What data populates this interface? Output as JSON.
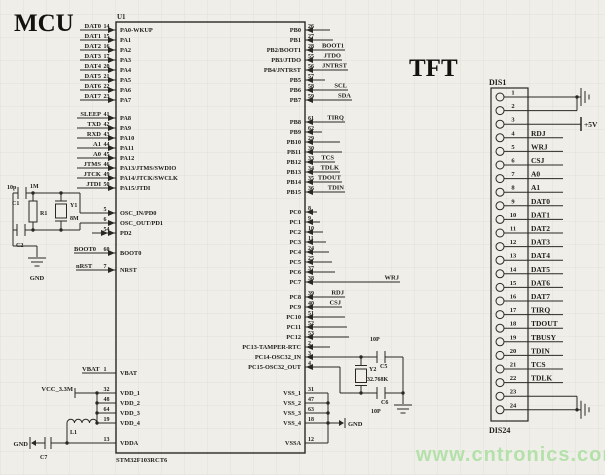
{
  "titles": {
    "mcu": "MCU",
    "tft": "TFT"
  },
  "watermark": "www.cntronics.com",
  "mcu": {
    "ref": "U1",
    "part": "STM32F103RCT6",
    "left_pins": [
      {
        "name": "PA0-WKUP",
        "num": "14",
        "net": "DAT0"
      },
      {
        "name": "PA1",
        "num": "15",
        "net": "DAT1"
      },
      {
        "name": "PA2",
        "num": "16",
        "net": "DAT2"
      },
      {
        "name": "PA3",
        "num": "17",
        "net": "DAT3"
      },
      {
        "name": "PA4",
        "num": "20",
        "net": "DAT4"
      },
      {
        "name": "PA5",
        "num": "21",
        "net": "DAT5"
      },
      {
        "name": "PA6",
        "num": "22",
        "net": "DAT6"
      },
      {
        "name": "PA7",
        "num": "23",
        "net": "DAT7"
      },
      {
        "name": "PA8",
        "num": "41",
        "net": "SLEEP"
      },
      {
        "name": "PA9",
        "num": "42",
        "net": "TXD"
      },
      {
        "name": "PA10",
        "num": "43",
        "net": "RXD"
      },
      {
        "name": "PA11",
        "num": "44",
        "net": "A1"
      },
      {
        "name": "PA12",
        "num": "45",
        "net": "A0"
      },
      {
        "name": "PA13/JTMS/SWDIO",
        "num": "46",
        "net": "JTMS"
      },
      {
        "name": "PA14/JTCK/SWCLK",
        "num": "49",
        "net": "JTCK"
      },
      {
        "name": "PA15/JTDI",
        "num": "50",
        "net": "JTDI"
      },
      {
        "name": "OSC_IN/PD0",
        "num": "5",
        "net": ""
      },
      {
        "name": "OSC_OUT/PD1",
        "num": "6",
        "net": ""
      },
      {
        "name": "PD2",
        "num": "54",
        "net": ""
      },
      {
        "name": "BOOT0",
        "num": "60",
        "net": "BOOT0"
      },
      {
        "name": "NRST",
        "num": "7",
        "net": "nRST"
      },
      {
        "name": "VBAT",
        "num": "1",
        "net": "VBAT"
      },
      {
        "name": "VDD_1",
        "num": "32",
        "net": "VCC_3.3M"
      },
      {
        "name": "VDD_2",
        "num": "48",
        "net": ""
      },
      {
        "name": "VDD_3",
        "num": "64",
        "net": ""
      },
      {
        "name": "VDD_4",
        "num": "19",
        "net": ""
      },
      {
        "name": "VDDA",
        "num": "13",
        "net": ""
      }
    ],
    "right_pins": [
      {
        "name": "PB0",
        "num": "26",
        "net": ""
      },
      {
        "name": "PB1",
        "num": "27",
        "net": ""
      },
      {
        "name": "PB2/BOOT1",
        "num": "28",
        "net": "BOOT1"
      },
      {
        "name": "PB3/JTDO",
        "num": "55",
        "net": "JTDO"
      },
      {
        "name": "PB4/JNTRST",
        "num": "56",
        "net": "JNTRST"
      },
      {
        "name": "PB5",
        "num": "57",
        "net": ""
      },
      {
        "name": "PB6",
        "num": "58",
        "net": "SCL"
      },
      {
        "name": "PB7",
        "num": "59",
        "net": "SDA"
      },
      {
        "name": "PB8",
        "num": "61",
        "net": "TIRQ"
      },
      {
        "name": "PB9",
        "num": "62",
        "net": ""
      },
      {
        "name": "PB10",
        "num": "29",
        "net": ""
      },
      {
        "name": "PB11",
        "num": "30",
        "net": ""
      },
      {
        "name": "PB12",
        "num": "33",
        "net": "TCS"
      },
      {
        "name": "PB13",
        "num": "34",
        "net": "TDLK"
      },
      {
        "name": "PB14",
        "num": "35",
        "net": "TDOUT"
      },
      {
        "name": "PB15",
        "num": "36",
        "net": "TDIN"
      },
      {
        "name": "PC0",
        "num": "8",
        "net": ""
      },
      {
        "name": "PC1",
        "num": "9",
        "net": ""
      },
      {
        "name": "PC2",
        "num": "10",
        "net": ""
      },
      {
        "name": "PC3",
        "num": "11",
        "net": ""
      },
      {
        "name": "PC4",
        "num": "24",
        "net": ""
      },
      {
        "name": "PC5",
        "num": "25",
        "net": ""
      },
      {
        "name": "PC6",
        "num": "37",
        "net": ""
      },
      {
        "name": "PC7",
        "num": "38",
        "net": "WRJ"
      },
      {
        "name": "PC8",
        "num": "39",
        "net": "RDJ"
      },
      {
        "name": "PC9",
        "num": "40",
        "net": "CSJ"
      },
      {
        "name": "PC10",
        "num": "51",
        "net": ""
      },
      {
        "name": "PC11",
        "num": "52",
        "net": ""
      },
      {
        "name": "PC12",
        "num": "53",
        "net": ""
      },
      {
        "name": "PC13-TAMPER-RTC",
        "num": "2",
        "net": ""
      },
      {
        "name": "PC14-OSC32_IN",
        "num": "3",
        "net": ""
      },
      {
        "name": "PC15-OSC32_OUT",
        "num": "4",
        "net": ""
      },
      {
        "name": "VSS_1",
        "num": "31",
        "net": ""
      },
      {
        "name": "VSS_2",
        "num": "47",
        "net": ""
      },
      {
        "name": "VSS_3",
        "num": "63",
        "net": ""
      },
      {
        "name": "VSS_4",
        "num": "18",
        "net": ""
      },
      {
        "name": "VSSA",
        "num": "12",
        "net": ""
      }
    ]
  },
  "components": {
    "c1": {
      "ref": "C1",
      "val": "10p"
    },
    "c2": {
      "ref": "C2"
    },
    "r1": {
      "ref": "R1",
      "val": "1M"
    },
    "y1": {
      "ref": "Y1",
      "val": "8M"
    },
    "y2": {
      "ref": "Y2",
      "val": "32.768K"
    },
    "c5": {
      "ref": "C5",
      "val": "10P"
    },
    "c6": {
      "ref": "C6",
      "val": "10P"
    },
    "c7": {
      "ref": "C7"
    },
    "l1": {
      "ref": "L1"
    }
  },
  "power": {
    "gnd": "GND",
    "plus5v": "+5V"
  },
  "tft": {
    "ref": "DIS1",
    "ref_bottom": "DIS24",
    "pins": [
      {
        "num": "1",
        "net": ""
      },
      {
        "num": "2",
        "net": ""
      },
      {
        "num": "3",
        "net": ""
      },
      {
        "num": "4",
        "net": "RDJ"
      },
      {
        "num": "5",
        "net": "WRJ"
      },
      {
        "num": "6",
        "net": "CSJ"
      },
      {
        "num": "7",
        "net": "A0"
      },
      {
        "num": "8",
        "net": "A1"
      },
      {
        "num": "9",
        "net": "DAT0"
      },
      {
        "num": "10",
        "net": "DAT1"
      },
      {
        "num": "11",
        "net": "DAT2"
      },
      {
        "num": "12",
        "net": "DAT3"
      },
      {
        "num": "13",
        "net": "DAT4"
      },
      {
        "num": "14",
        "net": "DAT5"
      },
      {
        "num": "15",
        "net": "DAT6"
      },
      {
        "num": "16",
        "net": "DAT7"
      },
      {
        "num": "17",
        "net": "TIRQ"
      },
      {
        "num": "18",
        "net": "TDOUT"
      },
      {
        "num": "19",
        "net": "TBUSY"
      },
      {
        "num": "20",
        "net": "TDIN"
      },
      {
        "num": "21",
        "net": "TCS"
      },
      {
        "num": "22",
        "net": "TDLK"
      },
      {
        "num": "23",
        "net": ""
      },
      {
        "num": "24",
        "net": ""
      }
    ]
  }
}
